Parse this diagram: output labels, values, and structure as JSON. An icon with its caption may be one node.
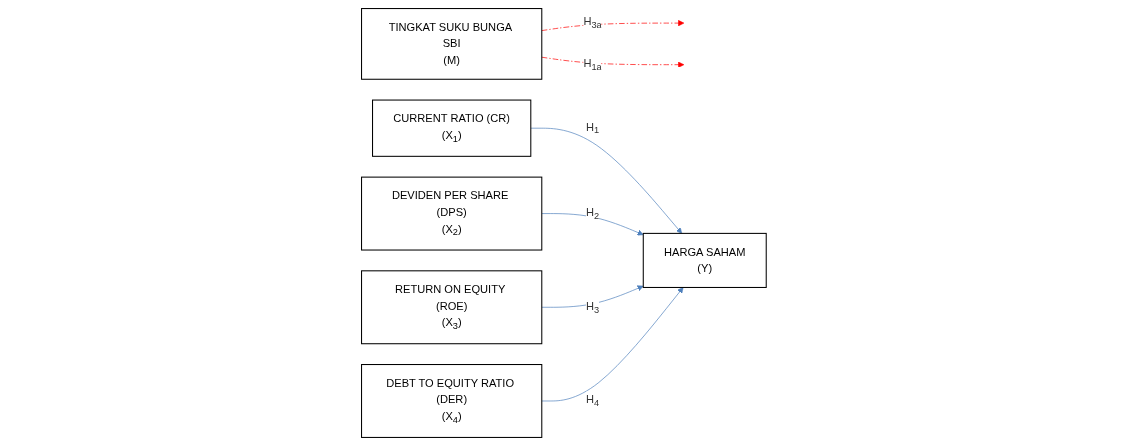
{
  "diagram": {
    "nodes": [
      {
        "text": [
          "TINGKAT SUKU BUNGA SBI",
          "(M)"
        ]
      },
      {
        "text": [
          "CURRENT RATIO (CR)",
          "(X$_{1}$)"
        ]
      },
      {
        "text": [
          "DEVIDEN PER SHARE (DPS)",
          "(X$_{2}$)"
        ]
      },
      {
        "text": [
          "RETURN ON EQUITY (ROE)",
          "(X$_{3}$)"
        ]
      },
      {
        "text": [
          "DEBT TO EQUITY RATIO (DER)",
          "(X$_{4}$)"
        ]
      },
      {
        "text": [
          "HARGA SAHAM",
          "(Y)"
        ]
      }
    ],
    "edges": [
      {
        "from": 1,
        "to": 5,
        "arrow": "to",
        "label": "H$_{1}$"
      },
      {
        "from": 2,
        "to": 5,
        "arrow": "to",
        "label": "H$_{2}$"
      },
      {
        "from": 3,
        "to": 5,
        "arrow": "to",
        "label": "H$_{3}$"
      },
      {
        "from": 4,
        "to": 5,
        "arrow": "to",
        "label": "H$_{4}$"
      },
      {
        "from": 0,
        "to": null,
        "arrow": "to",
        "label": "H$_{3a}$",
        "style": "dashed",
        "color": "#ff0000"
      },
      {
        "from": 0,
        "to": null,
        "arrow": "to",
        "label": "H$_{1a}$",
        "style": "dashed",
        "color": "#ff0000"
      }
    ]
  }
}
